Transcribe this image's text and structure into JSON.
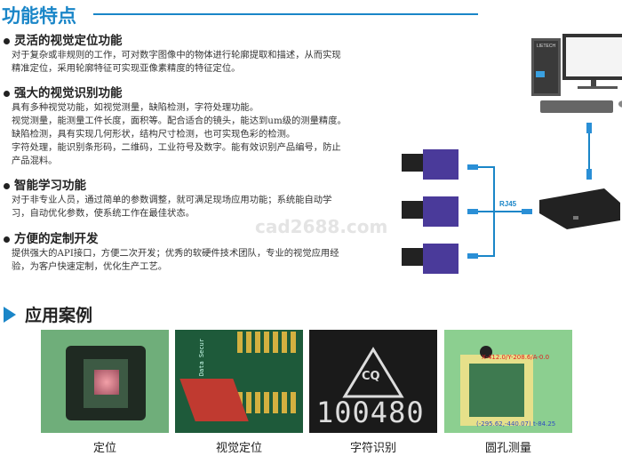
{
  "header": {
    "title": "功能特点"
  },
  "features": [
    {
      "title": "灵活的视觉定位功能",
      "lines": [
        "对于复杂或非规则的工作，可对数字图像中的物体进行轮廓提取和描述，从而实现",
        "精准定位，采用轮廓特征可实现亚像素精度的特征定位。"
      ]
    },
    {
      "title": "强大的视觉识别功能",
      "lines": [
        "具有多种视觉功能，如视觉测量，缺陷检测，字符处理功能。",
        "视觉测量，能测量工件长度，面积等。配合适合的镜头，能达到um级的测量精度。",
        "缺陷检测，具有实现几何形状，结构尺寸检测，也可实现色彩的检测。",
        "字符处理，能识别条形码，二维码，工业符号及数字。能有效识别产品编号，防止",
        "产品混料。"
      ]
    },
    {
      "title": "智能学习功能",
      "lines": [
        "对于非专业人员，通过简单的参数调整，就可满足现场应用功能；系统能自动学",
        "习，自动优化参数，使系统工作在最佳状态。"
      ]
    },
    {
      "title": "方便的定制开发",
      "lines": [
        "提供强大的API接口，方便二次开发；优秀的软硬件技术团队，专业的视觉应用经",
        "验，为客户快速定制，优化生产工艺。"
      ]
    }
  ],
  "diagram": {
    "cable_label": "RJ45",
    "monitor_brand": "LIETECH"
  },
  "watermark": "cad2688.com",
  "cases_section": {
    "title": "应用案例"
  },
  "cases": [
    {
      "label": "定位"
    },
    {
      "label": "视觉定位",
      "overlay": "Data Secur"
    },
    {
      "label": "字符识别",
      "mark": "CQ",
      "number": "100480"
    },
    {
      "label": "圆孔测量",
      "overlay_top": "X-412.0/Y-208.6/A-0.0",
      "overlay_bottom": "(-295.62,-440.07) t-84.25"
    }
  ],
  "colors": {
    "accent": "#1a86c8"
  }
}
